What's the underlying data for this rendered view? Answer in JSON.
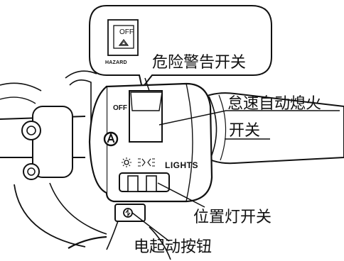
{
  "callouts": {
    "hazard_switch": "危险警告开关",
    "idle_stop_line1": "怠速自动熄火",
    "idle_stop_line2": "开关",
    "position_light_switch": "位置灯开关",
    "start_button": "电起动按钮"
  },
  "switch_markings": {
    "inset_off": "OFF",
    "inset_hazard": "HAZARD",
    "body_off": "OFF",
    "lights": "LIGHTS"
  },
  "colors": {
    "line": "#111111",
    "background": "#ffffff"
  }
}
